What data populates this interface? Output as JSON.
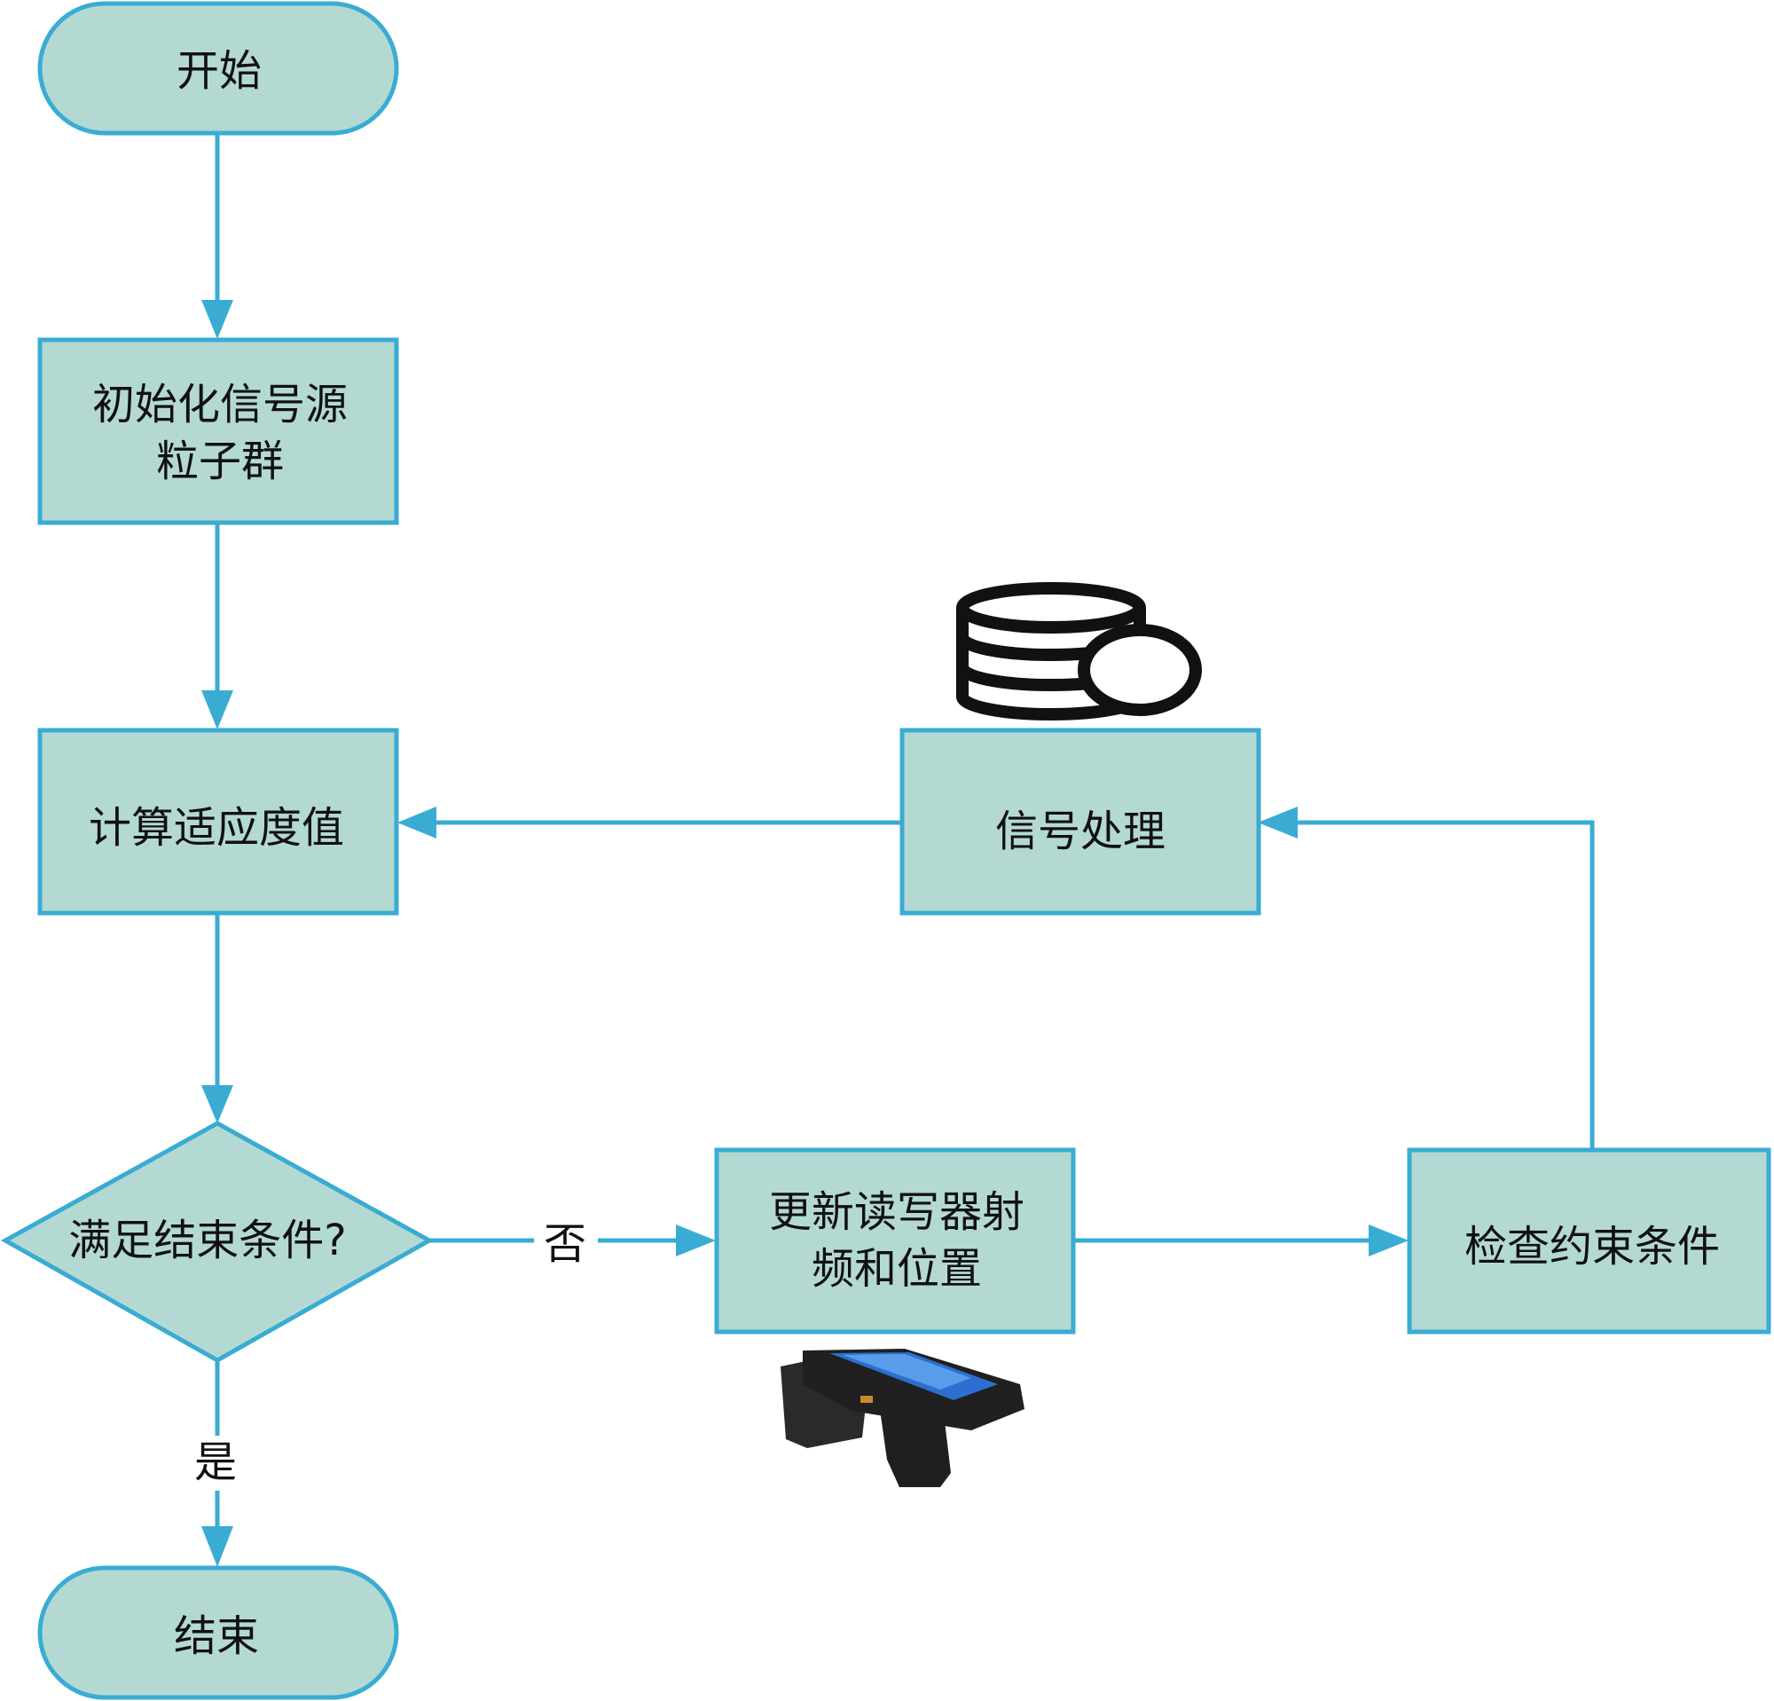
{
  "nodes": {
    "start": {
      "label": "开始"
    },
    "init": {
      "line1": "初始化信号源",
      "line2": "粒子群"
    },
    "fitness": {
      "label": "计算适应度值"
    },
    "decision": {
      "label": "满足结束条件?"
    },
    "update": {
      "line1": "更新读写器射",
      "line2": "频和位置"
    },
    "check": {
      "label": "检查约束条件"
    },
    "signal": {
      "label": "信号处理"
    },
    "end": {
      "label": "结束"
    }
  },
  "edges": {
    "no_label": "否",
    "yes_label": "是"
  },
  "icons": {
    "database": "database-icon",
    "reader": "rfid-handheld-reader-icon"
  },
  "colors": {
    "node_fill": "#b4d9d3",
    "node_stroke": "#3aacd3",
    "edge": "#3aacd3"
  }
}
